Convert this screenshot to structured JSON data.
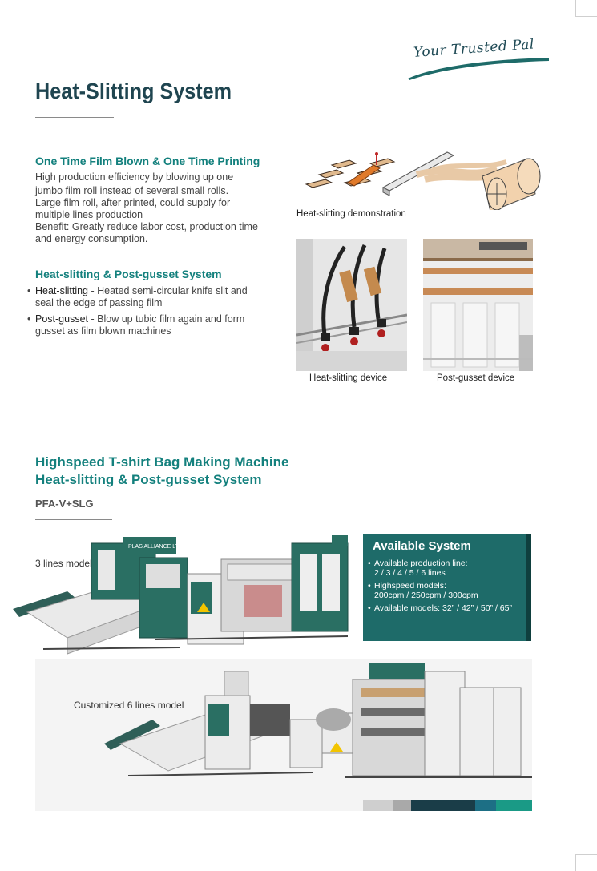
{
  "header": {
    "tagline": "Your Trusted Pal",
    "title": "Heat-Slitting System"
  },
  "section1": {
    "heading": "One Time Film Blown & One Time Printing",
    "lines": [
      "High production efficiency by blowing up one",
      "jumbo film roll instead of several small rolls.",
      "Large film roll, after printed, could supply for",
      "multiple lines production",
      "Benefit: Greatly reduce labor cost, production time",
      "and energy consumption."
    ]
  },
  "section2": {
    "heading": "Heat-slitting & Post-gusset System",
    "bullets": [
      {
        "term": "Heat-slitting",
        "text": " - Heated semi-circular knife slit and",
        "text2": "seal the edge of passing film"
      },
      {
        "term": "Post-gusset",
        "text": " - Blow up tubic film again and form",
        "text2": "gusset as film blown machines"
      }
    ]
  },
  "captions": {
    "demo": "Heat-slitting demonstration",
    "device1": "Heat-slitting device",
    "device2": "Post-gusset device"
  },
  "machine": {
    "title_line1": "Highspeed T-shirt Bag Making Machine",
    "title_line2": "Heat-slitting & Post-gusset System",
    "model_code": "PFA-V+SLG",
    "label_3lines": "3 lines model",
    "label_6lines": "Customized 6 lines model",
    "machine_brand": "PLAS ALLIANCE LTD"
  },
  "available": {
    "title": "Available System",
    "items": [
      {
        "line1": "Available production line:",
        "line2": "2 / 3 / 4 / 5 / 6 lines"
      },
      {
        "line1": "Highspeed models:",
        "line2": "200cpm / 250cpm / 300cpm"
      },
      {
        "line1": "Available models: 32” / 42” / 50” / 65”",
        "line2": ""
      }
    ]
  },
  "colors": {
    "accent_teal": "#13807d",
    "title_navy": "#1f4550",
    "panel": "#1e6b69",
    "strip": [
      "#cfcfcf",
      "#a9a9a9",
      "#1a3d48",
      "#1d6f85",
      "#1a9a86"
    ]
  }
}
